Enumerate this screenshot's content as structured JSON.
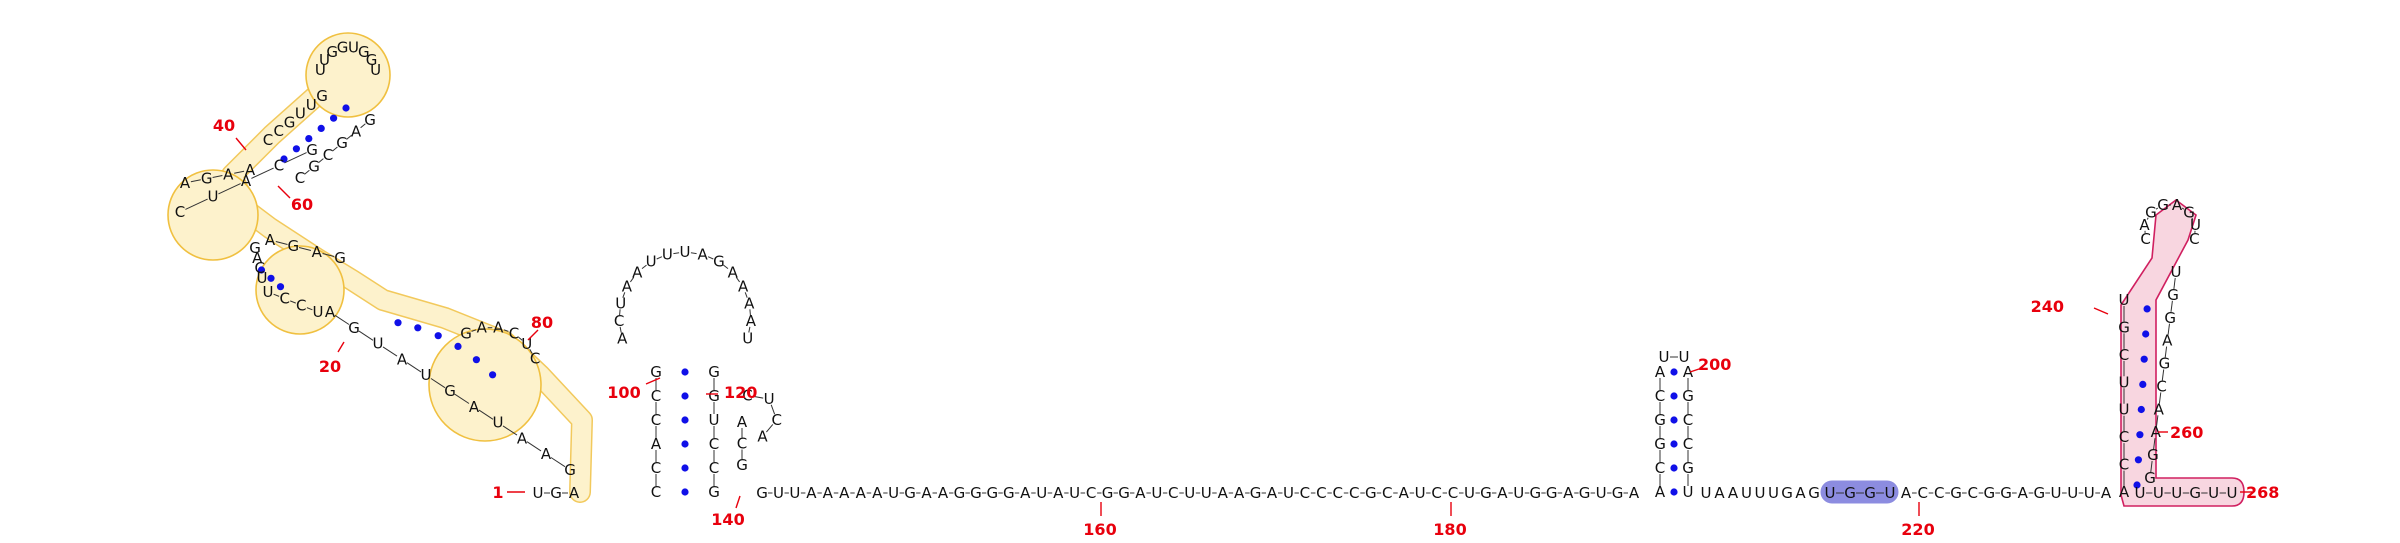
{
  "diagram": {
    "type": "rna-secondary-structure",
    "colors": {
      "nucleotide": "#111111",
      "backbone": "#333333",
      "base_pair": "#1010e8",
      "position_label": "#e8000d",
      "highlight_yellow_fill": "#fdf2cc",
      "highlight_yellow_stroke": "#f0c040",
      "highlight_pink_fill": "#f8d6e0",
      "highlight_pink_stroke": "#d02060",
      "highlight_blue_fill": "#8c8ce0"
    },
    "position_labels": [
      {
        "value": "1"
      },
      {
        "value": "20"
      },
      {
        "value": "40"
      },
      {
        "value": "60"
      },
      {
        "value": "80"
      },
      {
        "value": "100"
      },
      {
        "value": "120"
      },
      {
        "value": "140"
      },
      {
        "value": "160"
      },
      {
        "value": "180"
      },
      {
        "value": "200"
      },
      {
        "value": "220"
      },
      {
        "value": "240"
      },
      {
        "value": "260"
      },
      {
        "value": "268"
      }
    ],
    "sequence": {
      "five_prime_start": "UGA",
      "domain1_hairpin_loop": "UUGGUGGU",
      "junction_left": "GCAUC",
      "internal_loop_top": "AGAA",
      "stem_upper_5p": "CCGUUG",
      "stem_upper_3p": "GAGCGC",
      "multiloop_right": "AGAG",
      "multiloop_left": "GACU",
      "stem_mid": "UCCU",
      "bulge_80": "GAACUC",
      "stem_lower": "AGUAUGAUAAG",
      "h100_stem_5p": "CCACCG",
      "h100_stem_3p": "GGUCCG",
      "h100_loop": "ACUAAUUUAGAAAAU",
      "h120_loop": "CUCA",
      "h120_stem": "GCA",
      "linear_region": "GUUAAAAAUGAAGGGGAUAUCGGAUCUUAAGAUCCCCGCAUCCUGAUGGAGUGA",
      "h200_stem_5p": "ACGGCA",
      "h200_loop": "UU",
      "h200_stem_3p": "AGCCGU",
      "post_200": "UAAUUUGAG",
      "blue_box": "UGGU",
      "post_220": "ACCGCGGAGUUUA",
      "h240_stem_5p": "ACCUUCGU",
      "h240_loop": "CAGGAGUC",
      "h240_stem_3p": "UGGAGCAAGG",
      "three_prime_tail": "UUUGUU"
    }
  }
}
